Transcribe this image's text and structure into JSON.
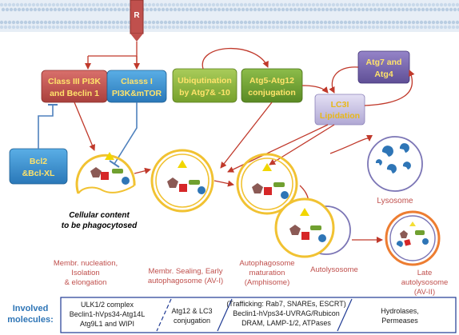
{
  "receptor": {
    "label": "R"
  },
  "boxes": {
    "class3": {
      "line1": "Class III PI3K",
      "line2": "and Beclin 1"
    },
    "class1": {
      "line1": "Classs I",
      "line2": "PI3K&mTOR"
    },
    "ubiq": {
      "line1": "Ubiqutination",
      "line2": "by Atg7& -10"
    },
    "atg5": {
      "line1": "Atg5-Atg12",
      "line2": "conjugation"
    },
    "atg7": {
      "line1": "Atg7 and",
      "line2": "Atg4"
    },
    "lc3": {
      "line1": "LC3I",
      "line2": "Lipidation"
    },
    "bcl2": {
      "line1": "Bcl2",
      "line2": "&Bcl-XL"
    }
  },
  "cellular_content": {
    "line1": "Cellular content",
    "line2": "to be phagocytosed"
  },
  "lysosome_label": "Lysosome",
  "stages": {
    "s1": [
      "Membr. nucleation,",
      "Isolation",
      "& elongation"
    ],
    "s2": [
      "Membr. Sealing, Early",
      "autophagosome (AV-I)"
    ],
    "s3": [
      "Autophagosome",
      "maturation",
      "(Amphisome)"
    ],
    "s4": [
      "Autolysosome"
    ],
    "s5": [
      "Late",
      "autolysosome",
      "(AV-II)"
    ]
  },
  "involved": {
    "line1": "Involved",
    "line2": "molecules:"
  },
  "molecules": {
    "m1": [
      "ULK1/2 complex",
      "Beclin1-hVps34-Atg14L",
      "Atg9L1 and WIPI"
    ],
    "m2": [
      "Atg12 & LC3",
      "conjugation"
    ],
    "m3": [
      "(Trafficking: Rab7, SNAREs, ESCRT)",
      "Beclin1-hVps34-UVRAG/Rubicon",
      "DRAM, LAMP-1/2, ATPases"
    ],
    "m4": [
      "Hydrolases,",
      "Permeases"
    ]
  },
  "colors": {
    "membrane": "#dde9f4",
    "red_arrow": "#c0392b",
    "blue_inhibit": "#4f81bd",
    "vesicle": "#f1c232",
    "lysosome": "#2e75b6",
    "late": "#ed7d31",
    "stage_text": "#c0504d",
    "box_class3": "#c0504d",
    "box_class1": "#3a8fd0",
    "box_ubiq": "#8db43c",
    "box_atg5": "#70a030",
    "box_atg7": "#7b68b0",
    "box_lc3": "#c9c4e4",
    "box_bcl2": "#3a8fd0"
  }
}
